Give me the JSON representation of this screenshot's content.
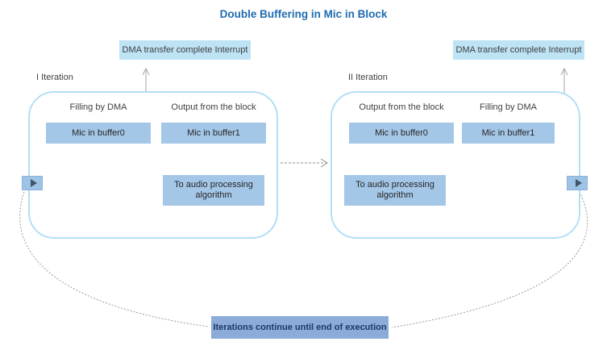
{
  "title": "Double Buffering in Mic in Block",
  "interrupts": {
    "left": "DMA transfer complete Interrupt",
    "right": "DMA transfer complete Interrupt"
  },
  "iterations": [
    {
      "label": "I Iteration",
      "columns": [
        {
          "heading": "Filling by DMA",
          "buffer": "Mic in buffer0"
        },
        {
          "heading": "Output from the block",
          "buffer": "Mic in buffer1",
          "process": "To audio processing algorithm"
        }
      ]
    },
    {
      "label": "II Iteration",
      "columns": [
        {
          "heading": "Output from the block",
          "buffer": "Mic in buffer0",
          "process": "To audio processing algorithm"
        },
        {
          "heading": "Filling by DMA",
          "buffer": "Mic in buffer1"
        }
      ]
    }
  ],
  "bottom_note": "Iterations continue until end of execution",
  "icons": {
    "left_marker": "play-icon",
    "right_marker": "play-icon"
  },
  "colors": {
    "title_text": "#1F6CB0",
    "interrupt_box_bg": "#BDE3F5",
    "buffer_box_bg": "#A4C7E8",
    "process_box_bg": "#A4C7E8",
    "bottom_box_bg": "#8BACD8",
    "block_border": "#B3DFF6",
    "blue_arrow": "#9DC3E6",
    "gray_line": "#A6A6A6",
    "marker_triangle": "#44546A"
  }
}
